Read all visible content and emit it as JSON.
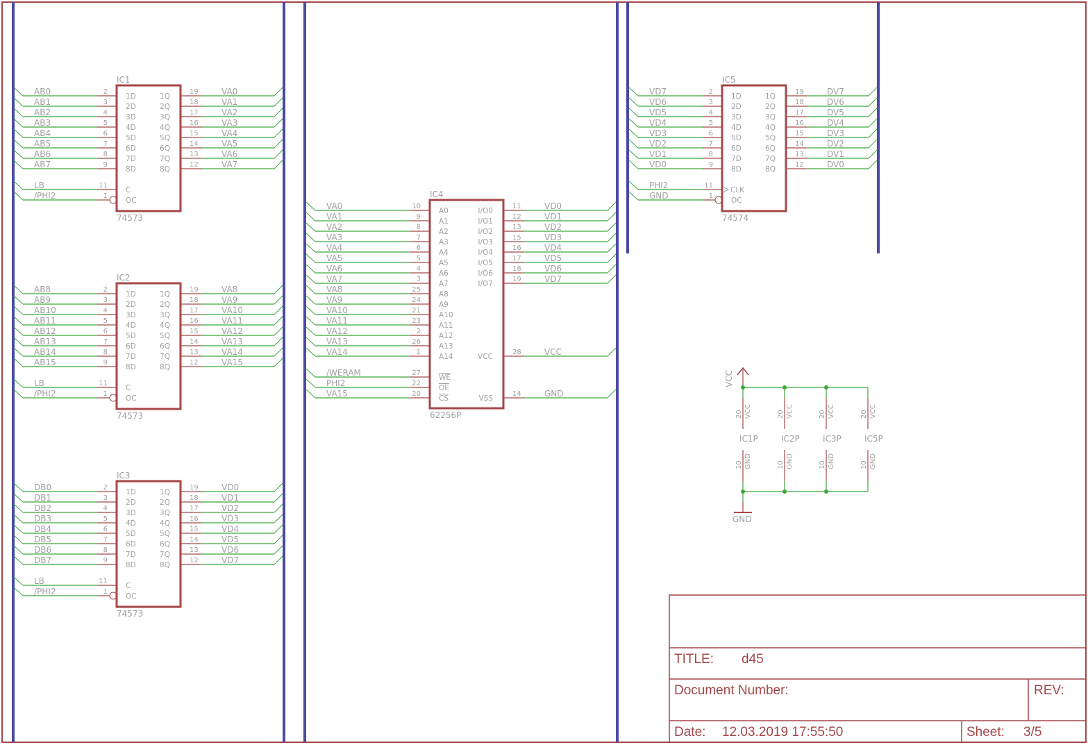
{
  "colors": {
    "frame": "#a5474a",
    "bus": "#4a4aa5",
    "wire": "#3aa83a",
    "text": "#a0a0a0"
  },
  "latches": [
    {
      "name": "IC1",
      "value": "74573",
      "left": [
        [
          "AB0",
          "2",
          "1D"
        ],
        [
          "AB1",
          "3",
          "2D"
        ],
        [
          "AB2",
          "4",
          "3D"
        ],
        [
          "AB3",
          "5",
          "4D"
        ],
        [
          "AB4",
          "6",
          "5D"
        ],
        [
          "AB5",
          "7",
          "6D"
        ],
        [
          "AB6",
          "8",
          "7D"
        ],
        [
          "AB7",
          "9",
          "8D"
        ],
        [
          "LB",
          "11",
          "C"
        ],
        [
          "/PHI2",
          "1",
          "OC"
        ]
      ],
      "right": [
        [
          "VA0",
          "19",
          "1Q"
        ],
        [
          "VA1",
          "18",
          "2Q"
        ],
        [
          "VA2",
          "17",
          "3Q"
        ],
        [
          "VA3",
          "16",
          "4Q"
        ],
        [
          "VA4",
          "15",
          "5Q"
        ],
        [
          "VA5",
          "14",
          "6Q"
        ],
        [
          "VA6",
          "13",
          "7Q"
        ],
        [
          "VA7",
          "12",
          "8Q"
        ]
      ]
    },
    {
      "name": "IC2",
      "value": "74573",
      "left": [
        [
          "AB8",
          "2",
          "1D"
        ],
        [
          "AB9",
          "3",
          "2D"
        ],
        [
          "AB10",
          "4",
          "3D"
        ],
        [
          "AB11",
          "5",
          "4D"
        ],
        [
          "AB12",
          "6",
          "5D"
        ],
        [
          "AB13",
          "7",
          "6D"
        ],
        [
          "AB14",
          "8",
          "7D"
        ],
        [
          "AB15",
          "9",
          "8D"
        ],
        [
          "LB",
          "11",
          "C"
        ],
        [
          "/PHI2",
          "1",
          "OC"
        ]
      ],
      "right": [
        [
          "VA8",
          "19",
          "1Q"
        ],
        [
          "VA9",
          "18",
          "2Q"
        ],
        [
          "VA10",
          "17",
          "3Q"
        ],
        [
          "VA11",
          "16",
          "4Q"
        ],
        [
          "VA12",
          "15",
          "5Q"
        ],
        [
          "VA13",
          "14",
          "6Q"
        ],
        [
          "VA14",
          "13",
          "7Q"
        ],
        [
          "VA15",
          "12",
          "8Q"
        ]
      ]
    },
    {
      "name": "IC3",
      "value": "74573",
      "left": [
        [
          "DB0",
          "2",
          "1D"
        ],
        [
          "DB1",
          "3",
          "2D"
        ],
        [
          "DB2",
          "4",
          "3D"
        ],
        [
          "DB3",
          "5",
          "4D"
        ],
        [
          "DB4",
          "6",
          "5D"
        ],
        [
          "DB5",
          "7",
          "6D"
        ],
        [
          "DB6",
          "8",
          "7D"
        ],
        [
          "DB7",
          "9",
          "8D"
        ],
        [
          "LB",
          "11",
          "C"
        ],
        [
          "/PHI2",
          "1",
          "OC"
        ]
      ],
      "right": [
        [
          "VD0",
          "19",
          "1Q"
        ],
        [
          "VD1",
          "18",
          "2Q"
        ],
        [
          "VD2",
          "17",
          "3Q"
        ],
        [
          "VD3",
          "16",
          "4Q"
        ],
        [
          "VD4",
          "15",
          "5Q"
        ],
        [
          "VD5",
          "14",
          "6Q"
        ],
        [
          "VD6",
          "13",
          "7Q"
        ],
        [
          "VD7",
          "12",
          "8Q"
        ]
      ]
    },
    {
      "name": "IC5",
      "value": "74574",
      "left": [
        [
          "VD7",
          "2",
          "1D"
        ],
        [
          "VD6",
          "3",
          "2D"
        ],
        [
          "VD5",
          "4",
          "3D"
        ],
        [
          "VD4",
          "5",
          "4D"
        ],
        [
          "VD3",
          "6",
          "5D"
        ],
        [
          "VD2",
          "7",
          "6D"
        ],
        [
          "VD1",
          "8",
          "7D"
        ],
        [
          "VD0",
          "9",
          "8D"
        ],
        [
          "PHI2",
          "11",
          "CLK"
        ],
        [
          "GND",
          "1",
          "OC"
        ]
      ],
      "right": [
        [
          "DV7",
          "19",
          "1Q"
        ],
        [
          "DV6",
          "18",
          "2Q"
        ],
        [
          "DV5",
          "17",
          "3Q"
        ],
        [
          "DV4",
          "16",
          "4Q"
        ],
        [
          "DV3",
          "15",
          "5Q"
        ],
        [
          "DV2",
          "14",
          "6Q"
        ],
        [
          "DV1",
          "13",
          "7Q"
        ],
        [
          "DV0",
          "12",
          "8Q"
        ]
      ]
    }
  ],
  "sram": {
    "name": "IC4",
    "value": "62256P",
    "left": [
      [
        "VA0",
        "10",
        "A0"
      ],
      [
        "VA1",
        "9",
        "A1"
      ],
      [
        "VA2",
        "8",
        "A2"
      ],
      [
        "VA3",
        "7",
        "A3"
      ],
      [
        "VA4",
        "6",
        "A4"
      ],
      [
        "VA5",
        "5",
        "A5"
      ],
      [
        "VA6",
        "4",
        "A6"
      ],
      [
        "VA7",
        "3",
        "A7"
      ],
      [
        "VA8",
        "25",
        "A8"
      ],
      [
        "VA9",
        "24",
        "A9"
      ],
      [
        "VA10",
        "21",
        "A10"
      ],
      [
        "VA11",
        "23",
        "A11"
      ],
      [
        "VA12",
        "2",
        "A12"
      ],
      [
        "VA13",
        "26",
        "A13"
      ],
      [
        "VA14",
        "1",
        "A14"
      ],
      [
        "/WERAM",
        "27",
        "WE"
      ],
      [
        "PHI2",
        "22",
        "OE"
      ],
      [
        "VA15",
        "20",
        "CS"
      ]
    ],
    "right": [
      [
        "VD0",
        "11",
        "I/O0"
      ],
      [
        "VD1",
        "12",
        "I/O1"
      ],
      [
        "VD2",
        "13",
        "I/O2"
      ],
      [
        "VD3",
        "15",
        "I/O3"
      ],
      [
        "VD4",
        "16",
        "I/O4"
      ],
      [
        "VD5",
        "17",
        "I/O5"
      ],
      [
        "VD6",
        "18",
        "I/O6"
      ],
      [
        "VD7",
        "19",
        "I/O7"
      ],
      [
        "VCC",
        "28",
        "VCC"
      ],
      [
        "GND",
        "14",
        "VSS"
      ]
    ]
  },
  "power": {
    "vcc": "VCC",
    "gnd": "GND",
    "parts": [
      {
        "name": "IC1P",
        "vcc_pin": "20",
        "vcc_label": "VCC",
        "gnd_pin": "10",
        "gnd_label": "GND"
      },
      {
        "name": "IC2P",
        "vcc_pin": "20",
        "vcc_label": "VCC",
        "gnd_pin": "10",
        "gnd_label": "GND"
      },
      {
        "name": "IC3P",
        "vcc_pin": "20",
        "vcc_label": "VCC",
        "gnd_pin": "10",
        "gnd_label": "GND"
      },
      {
        "name": "IC5P",
        "vcc_pin": "20",
        "vcc_label": "VCC",
        "gnd_pin": "10",
        "gnd_label": "GND"
      }
    ]
  },
  "titleblock": {
    "title_label": "TITLE:",
    "title": "d45",
    "docnum_label": "Document Number:",
    "rev_label": "REV:",
    "date_label": "Date:",
    "date": "12.03.2019 17:55:50",
    "sheet_label": "Sheet:",
    "sheet": "3/5"
  }
}
